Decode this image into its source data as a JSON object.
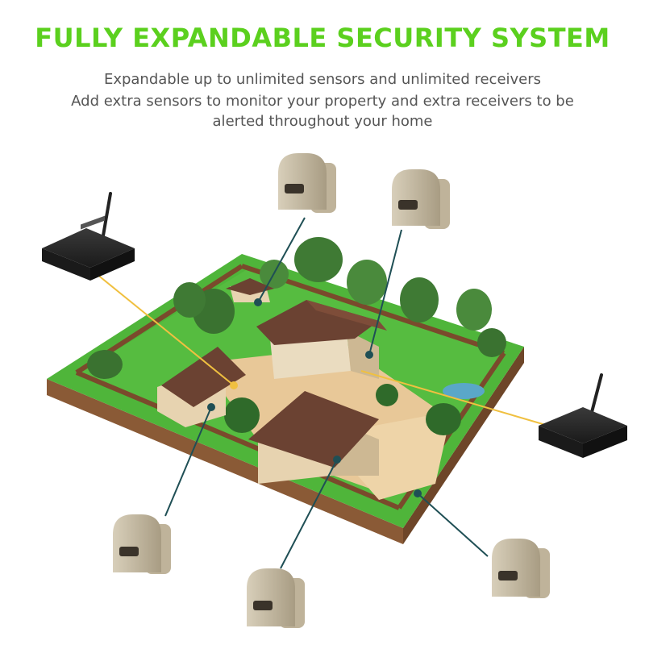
{
  "headline": "FULLY EXPANDABLE SECURITY SYSTEM",
  "subtitle": {
    "line1": "Expandable up to unlimited sensors and unlimited receivers",
    "line2": "Add extra sensors to monitor your property and extra receivers to be",
    "line3": "alerted throughout your home"
  },
  "colors": {
    "headline": "#5bd01e",
    "subtitle": "#555555",
    "sensor_lines": "#1f4f55",
    "receiver_lines": "#f0c040",
    "sensor_body": "#c8bda5",
    "receiver_body": "#2c2c2c",
    "lawn": "#4fb53a",
    "roof": "#6b4232",
    "soil": "#8a5a36"
  },
  "devices": {
    "sensors": [
      "motion-sensor",
      "motion-sensor",
      "motion-sensor",
      "motion-sensor",
      "motion-sensor"
    ],
    "receivers": [
      "wireless-receiver",
      "wireless-receiver"
    ]
  }
}
